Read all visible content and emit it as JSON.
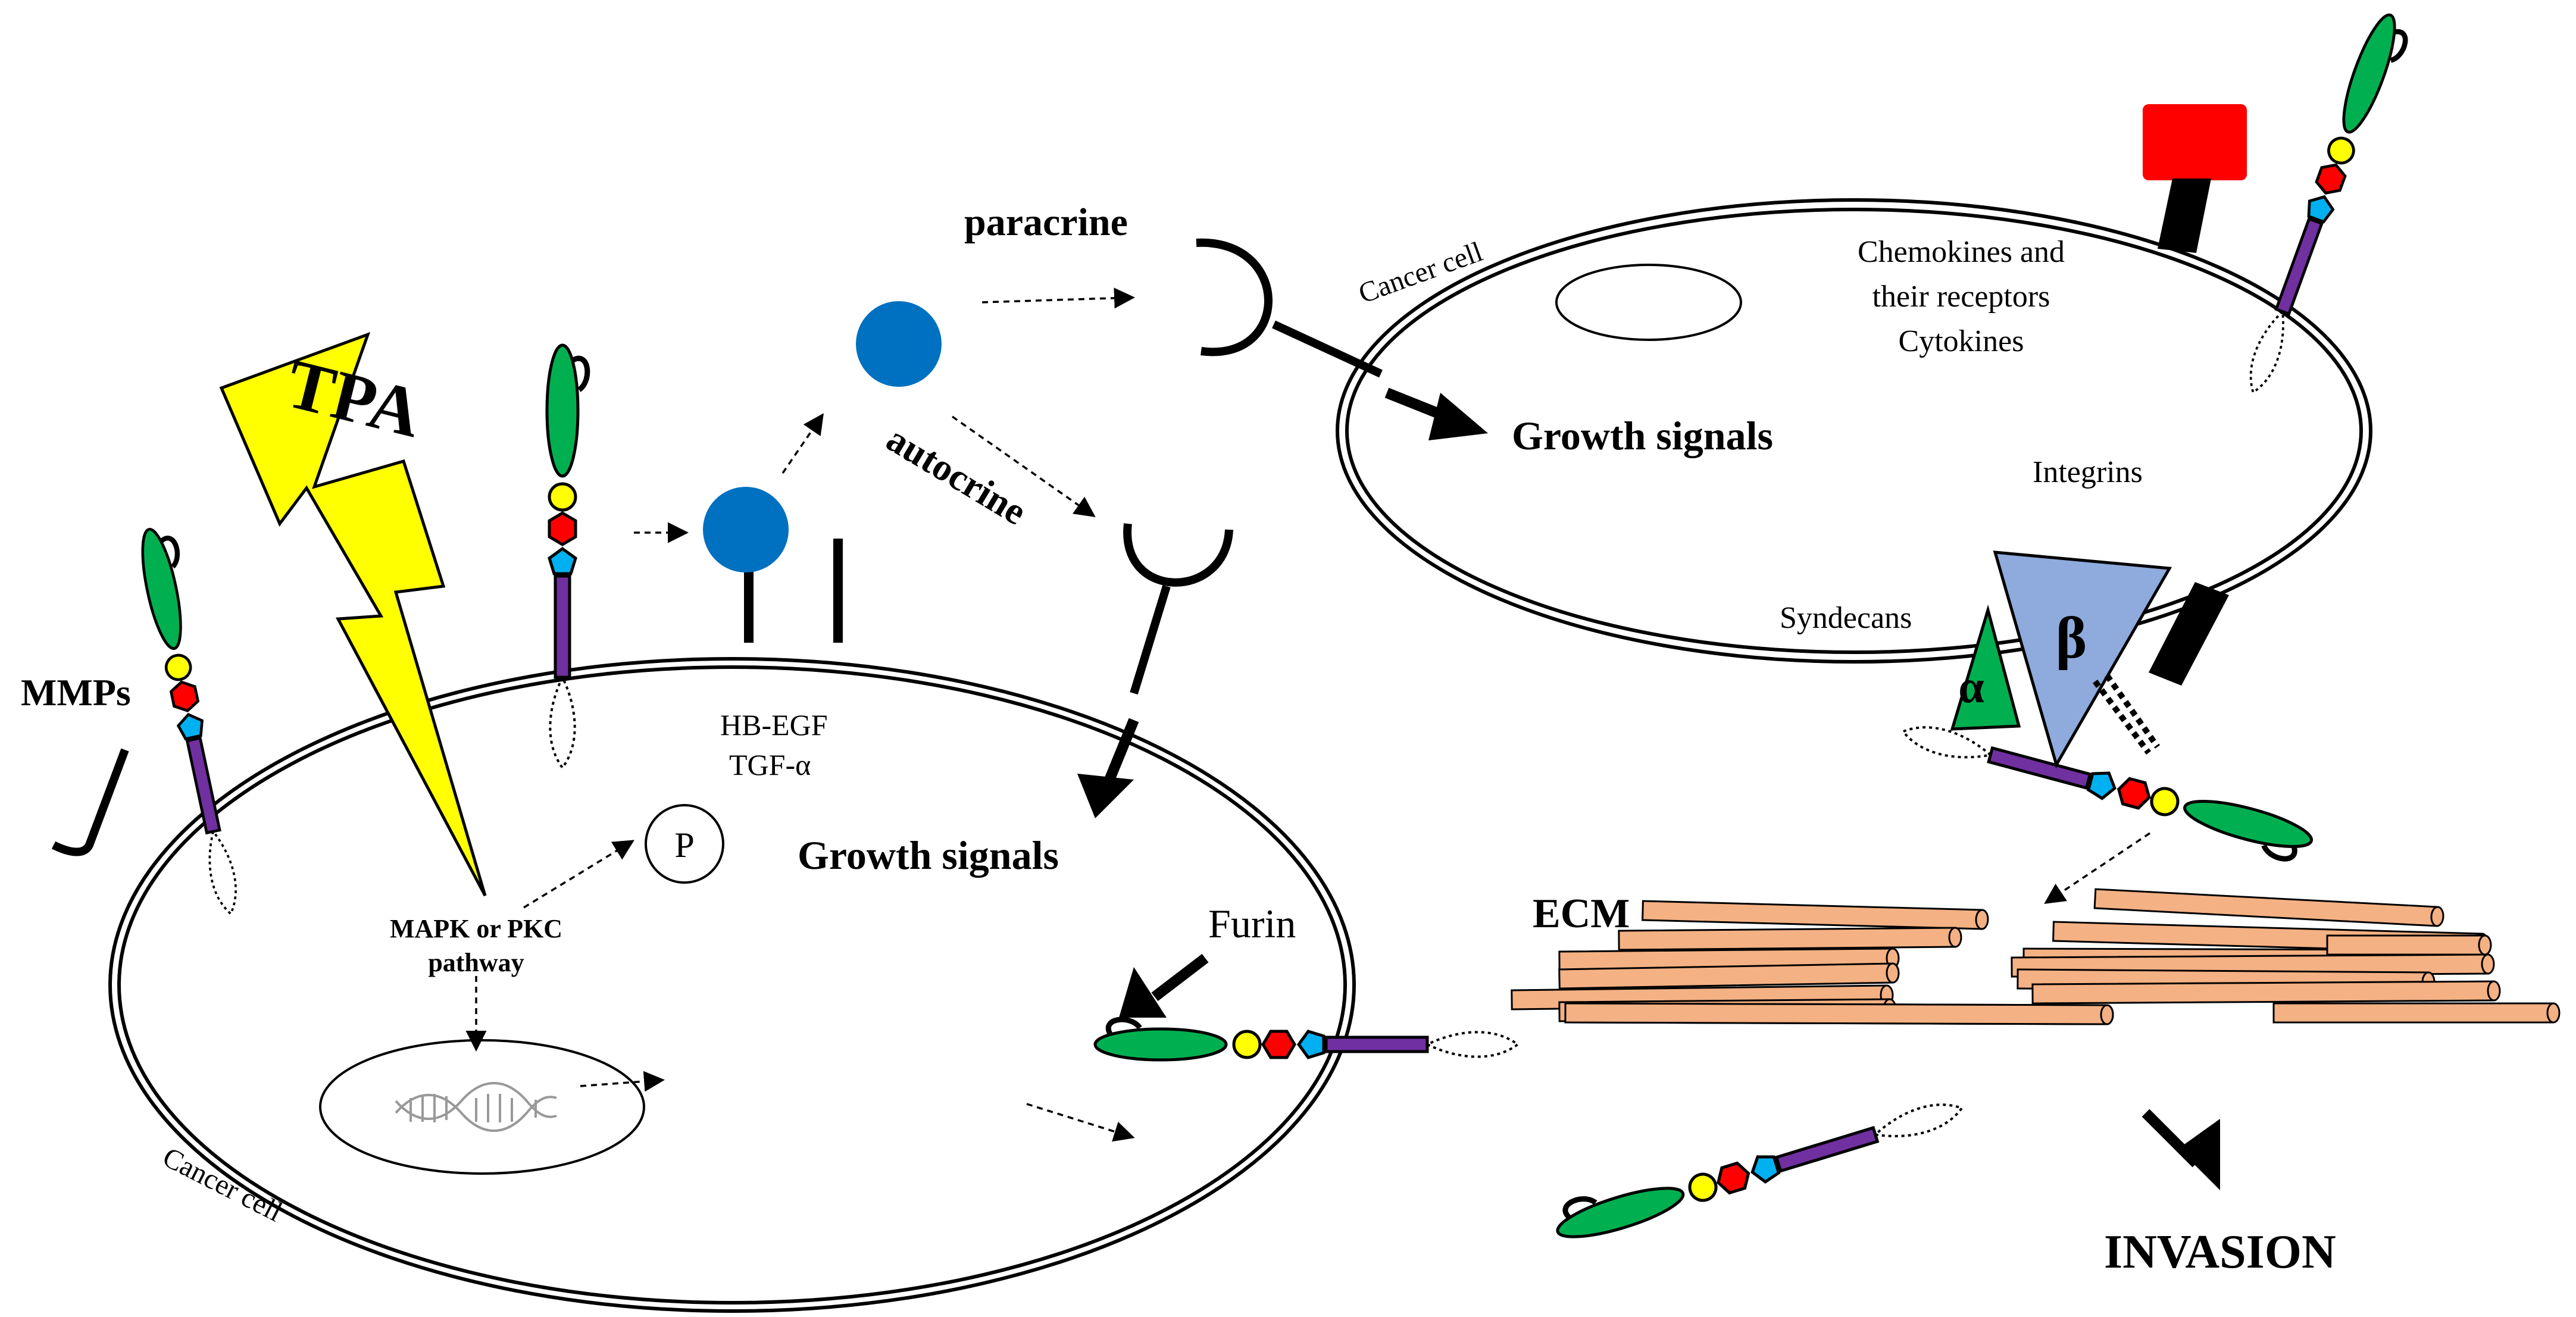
{
  "labels": {
    "tpa": "TPA",
    "mmps": "MMPs",
    "paracrine": "paracrine",
    "autocrine": "autocrine",
    "growth_signals_left": "Growth signals",
    "growth_signals_right": "Growth signals",
    "cancer_cell_left": "Cancer cell",
    "cancer_cell_right": "Cancer cell",
    "hb_egf": "HB-EGF",
    "tgf_alpha": "TGF-α",
    "p": "P",
    "mapk_line1": "MAPK or PKC",
    "mapk_line2": "pathway",
    "furin": "Furin",
    "chemokines_line1": "Chemokines and",
    "chemokines_line2": "their receptors",
    "cytokines": "Cytokines",
    "integrins": "Integrins",
    "syndecans": "Syndecans",
    "alpha": "α",
    "beta": "β",
    "ecm": "ECM",
    "invasion": "INVASION"
  },
  "colors": {
    "lightning": "#ffff00",
    "ligand": "#0070c0",
    "domain_green": "#00b050",
    "domain_yellow": "#ffff00",
    "domain_red": "#ff0000",
    "domain_blue": "#00b0f0",
    "domain_purple": "#7030a0",
    "receptor_red": "#ff0000",
    "integrin_alpha": "#00b050",
    "integrin_beta": "#8faadc",
    "fiber": "#f4b183"
  },
  "icons": [
    "lightning-icon",
    "dna-icon",
    "mmp-protein-icon",
    "ligand-icon",
    "receptor-icon",
    "integrin-icon",
    "ecm-fiber-icon",
    "arrow-icon"
  ]
}
